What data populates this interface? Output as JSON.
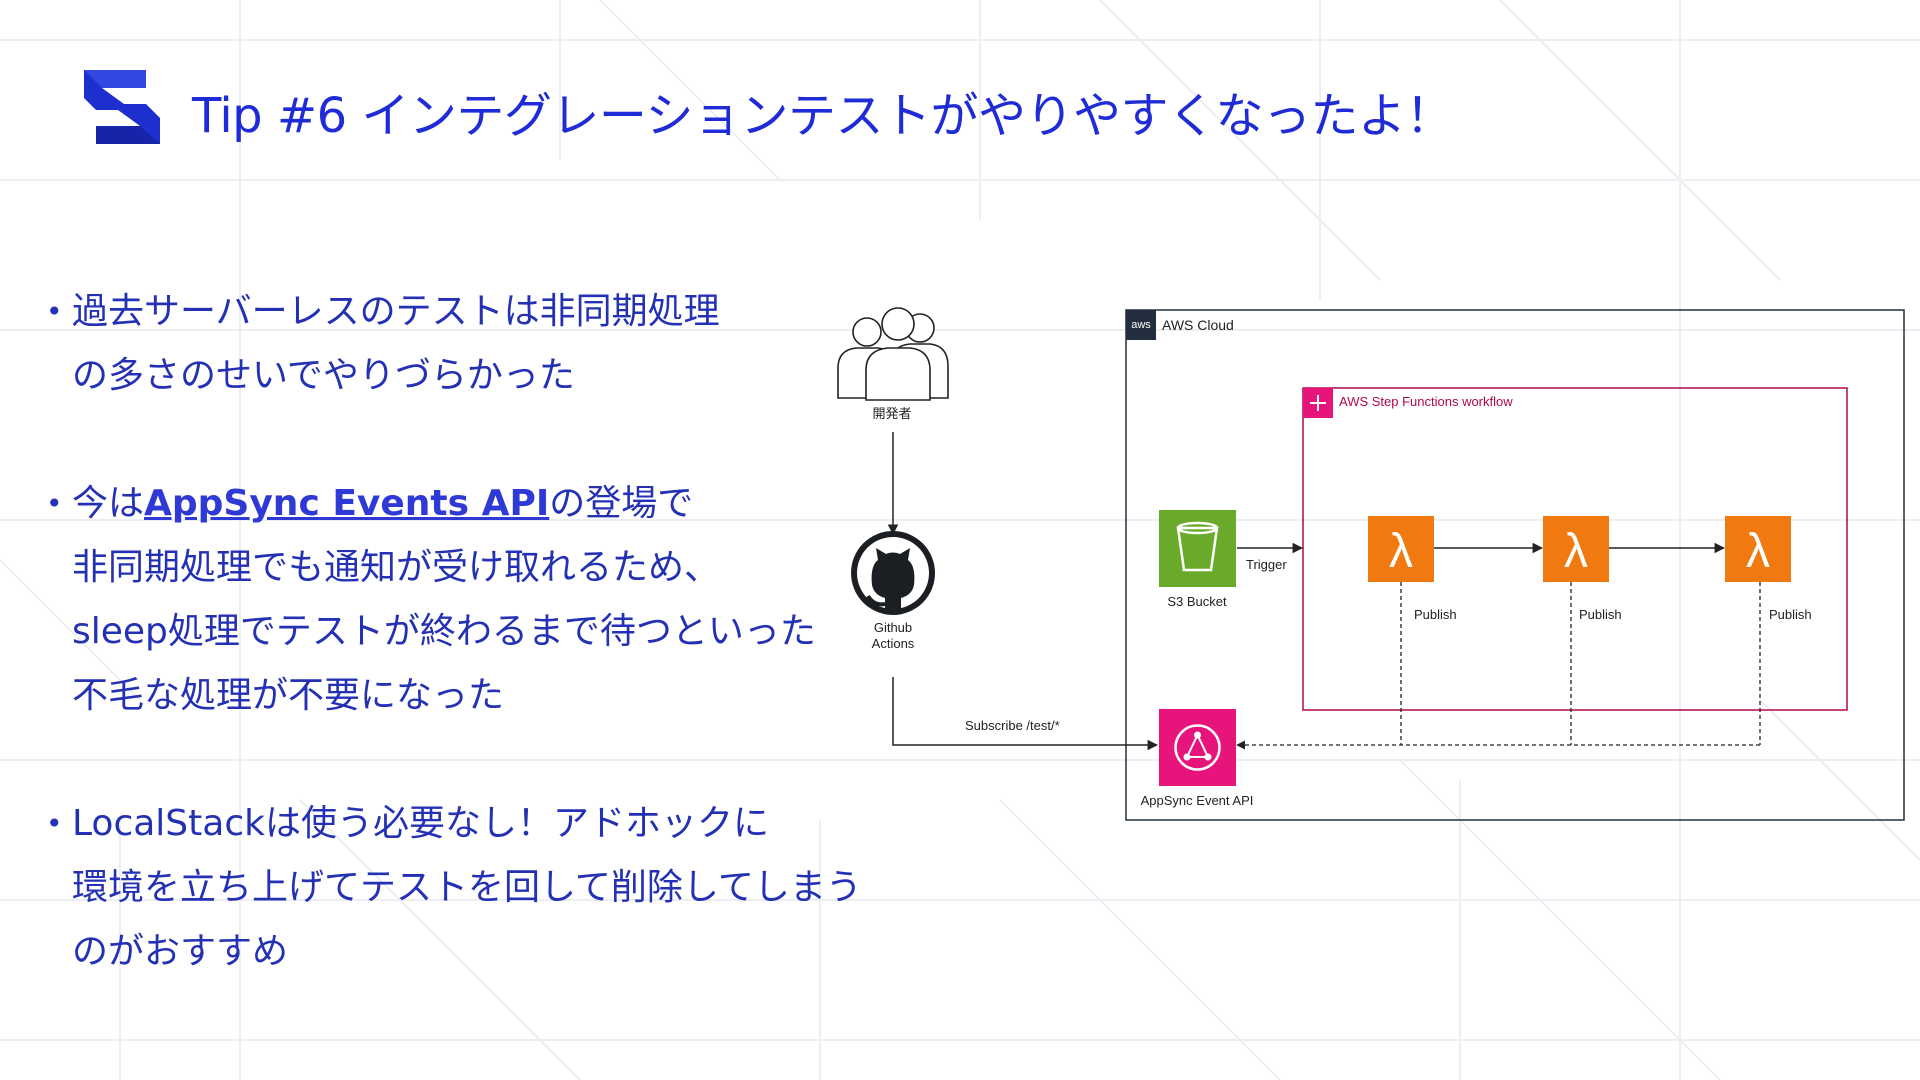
{
  "title": "Tip #6 インテグレーションテストがやりやすくなったよ！",
  "colors": {
    "accent": "#1f2bd6",
    "text": "#2431b4",
    "aws_orange": "#f07a10",
    "s3_green": "#6aaa2a",
    "appsync_pink": "#e7157b",
    "stepfn_border": "#c2185b"
  },
  "bullets": [
    {
      "parts": [
        "過去サーバーレスのテストは非同期処理",
        "の多さのせいでやりづらかった"
      ]
    },
    {
      "prefix": "今は",
      "link": "AppSync Events API",
      "suffix": "の登場で",
      "lines": [
        "非同期処理でも通知が受け取れるため、",
        "sleep処理でテストが終わるまで待つといった",
        "不毛な処理が不要になった"
      ]
    },
    {
      "parts": [
        "LocalStackは使う必要なし！アドホックに",
        "環境を立ち上げてテストを回して削除してしまう",
        "のがおすすめ"
      ]
    }
  ],
  "diagram": {
    "developer_label": "開発者",
    "github_label_1": "Github",
    "github_label_2": "Actions",
    "aws_cloud_label": "AWS Cloud",
    "aws_badge": "aws",
    "step_functions_label": "AWS Step Functions workflow",
    "s3_label": "S3 Bucket",
    "trigger_label": "Trigger",
    "publish_labels": [
      "Publish",
      "Publish",
      "Publish"
    ],
    "lambda_icon": "λ",
    "subscribe_label": "Subscribe /test/*",
    "appsync_label": "AppSync Event API"
  }
}
